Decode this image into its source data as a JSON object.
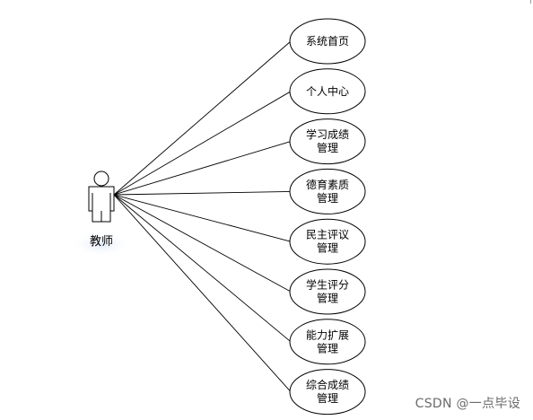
{
  "diagram": {
    "actor": {
      "name": "教师",
      "icon": "person-icon"
    },
    "use_cases": [
      {
        "id": "home",
        "lines": [
          "系统首页"
        ]
      },
      {
        "id": "personal-center",
        "lines": [
          "个人中心"
        ]
      },
      {
        "id": "study-score-mgmt",
        "lines": [
          "学习成绩",
          "管理"
        ]
      },
      {
        "id": "moral-quality-mgmt",
        "lines": [
          "德育素质",
          "管理"
        ]
      },
      {
        "id": "democratic-review-mgmt",
        "lines": [
          "民主评议",
          "管理"
        ]
      },
      {
        "id": "student-rating-mgmt",
        "lines": [
          "学生评分",
          "管理"
        ]
      },
      {
        "id": "ability-extension-mgmt",
        "lines": [
          "能力扩展",
          "管理"
        ]
      },
      {
        "id": "overall-score-mgmt",
        "lines": [
          "综合成绩",
          "管理"
        ]
      }
    ]
  },
  "watermark": "CSDN @一点毕设",
  "colors": {
    "stroke": "#000000",
    "actor_halo": "#dfe9f6"
  }
}
